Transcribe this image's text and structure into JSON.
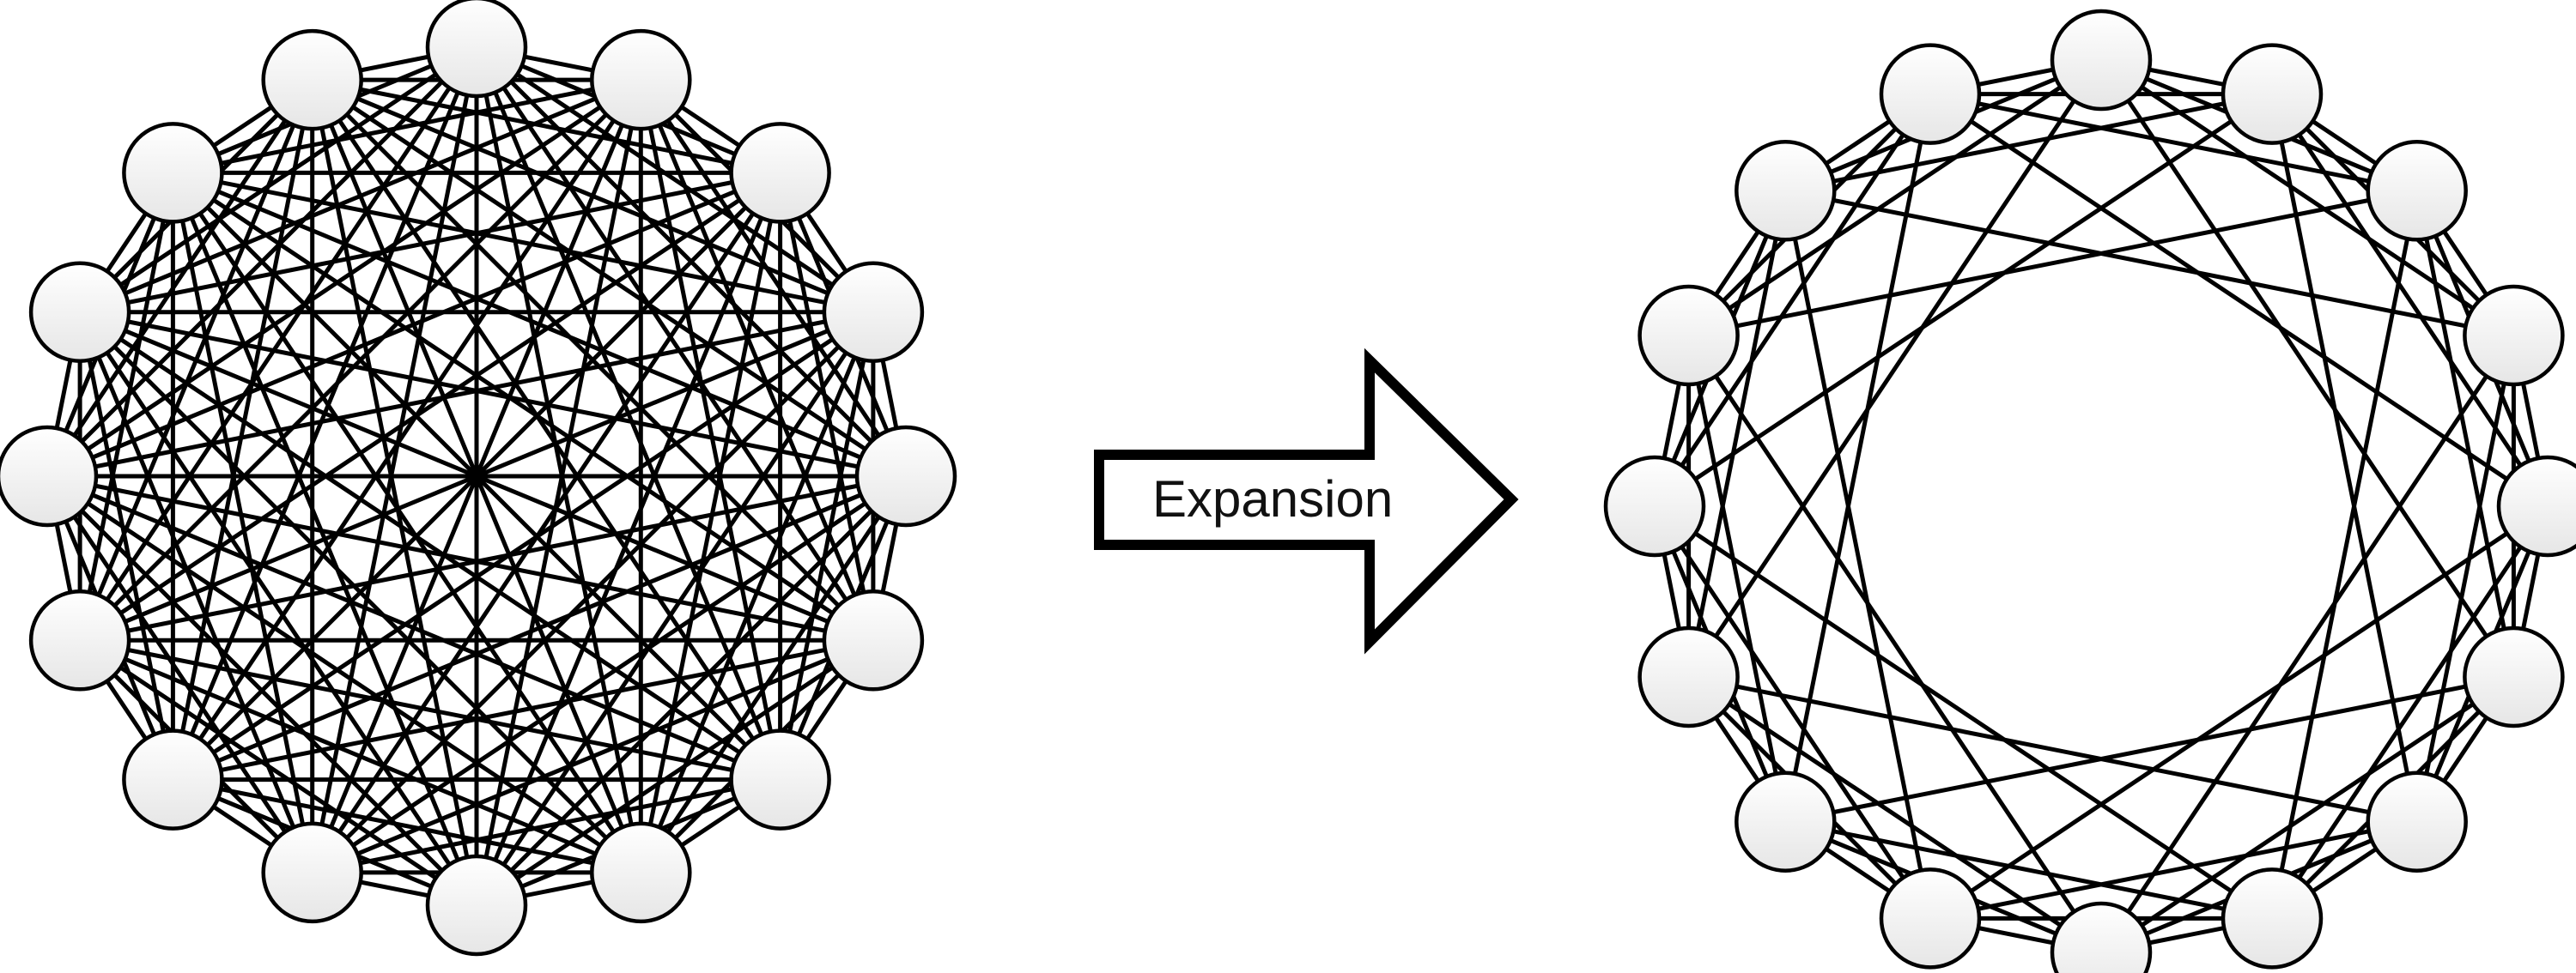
{
  "diagram": {
    "arrow_label": "Expansion",
    "colors": {
      "line": "#000000",
      "node_fill_top": "#ffffff",
      "node_fill_bottom": "#e6e6e6",
      "arrow_fill": "#ffffff"
    },
    "complete_graph": {
      "node_count": 16,
      "connectivity": "complete"
    },
    "expander_graph": {
      "node_count": 16,
      "connection_offsets": [
        1,
        2,
        3,
        5
      ]
    }
  }
}
